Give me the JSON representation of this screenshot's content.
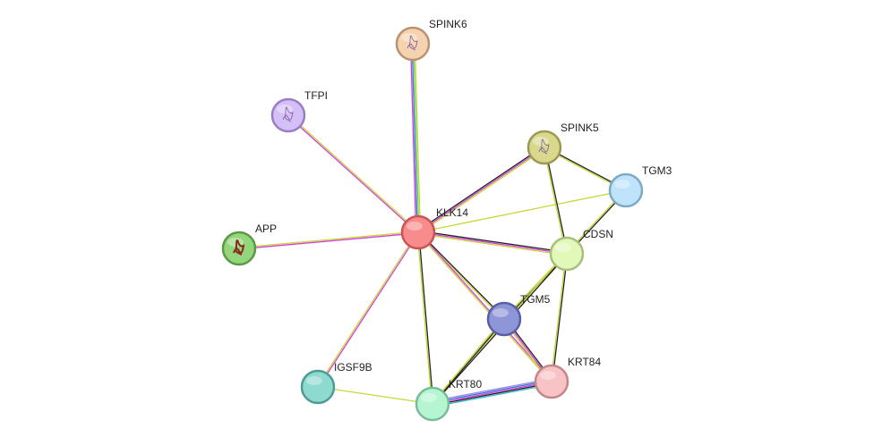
{
  "nodes": [
    {
      "id": "KLK14",
      "label": "KLK14",
      "color": "#f88c8c",
      "stroke": "#c95454",
      "icon": "none"
    },
    {
      "id": "SPINK6",
      "label": "SPINK6",
      "color": "#f6d3b0",
      "stroke": "#b89372",
      "icon": "protein-structure-icon"
    },
    {
      "id": "TFPI",
      "label": "TFPI",
      "color": "#d4bff6",
      "stroke": "#9a7ec4",
      "icon": "protein-structure-icon"
    },
    {
      "id": "APP",
      "label": "APP",
      "color": "#93d67c",
      "stroke": "#5a9a44",
      "icon": "protein-structure-icon"
    },
    {
      "id": "SPINK5",
      "label": "SPINK5",
      "color": "#d9d88c",
      "stroke": "#9c9a52",
      "icon": "protein-structure-icon"
    },
    {
      "id": "TGM3",
      "label": "TGM3",
      "color": "#bfe3fa",
      "stroke": "#7eaac4",
      "icon": "none"
    },
    {
      "id": "CDSN",
      "label": "CDSN",
      "color": "#e2f8b8",
      "stroke": "#a6bf7c",
      "icon": "none"
    },
    {
      "id": "TGM5",
      "label": "TGM5",
      "color": "#8f96d8",
      "stroke": "#585fa6",
      "icon": "none"
    },
    {
      "id": "KRT84",
      "label": "KRT84",
      "color": "#f7c3c5",
      "stroke": "#c48688",
      "icon": "none"
    },
    {
      "id": "IGSF9B",
      "label": "IGSF9B",
      "color": "#8ed9d0",
      "stroke": "#4f9c93",
      "icon": "none"
    },
    {
      "id": "KRT80",
      "label": "KRT80",
      "color": "#b5f5d2",
      "stroke": "#78bd98",
      "icon": "none"
    }
  ],
  "edges": [
    {
      "source": "KLK14",
      "target": "SPINK6",
      "colors": [
        "#d03ee0",
        "#3b7bd6",
        "#6ad650",
        "#c8d636"
      ]
    },
    {
      "source": "KLK14",
      "target": "TFPI",
      "colors": [
        "#d03ee0",
        "#c8d636"
      ]
    },
    {
      "source": "KLK14",
      "target": "APP",
      "colors": [
        "#d03ee0",
        "#c8d636"
      ]
    },
    {
      "source": "KLK14",
      "target": "SPINK5",
      "colors": [
        "#222222",
        "#d03ee0",
        "#c8d636"
      ]
    },
    {
      "source": "KLK14",
      "target": "TGM3",
      "colors": [
        "#c8d636"
      ]
    },
    {
      "source": "KLK14",
      "target": "CDSN",
      "colors": [
        "#222222",
        "#d03ee0",
        "#c8d636"
      ]
    },
    {
      "source": "KLK14",
      "target": "TGM5",
      "colors": [
        "#222222",
        "#c8d636"
      ]
    },
    {
      "source": "KLK14",
      "target": "KRT84",
      "colors": [
        "#d03ee0",
        "#c8d636"
      ]
    },
    {
      "source": "KLK14",
      "target": "IGSF9B",
      "colors": [
        "#d03ee0",
        "#c8d636"
      ]
    },
    {
      "source": "KLK14",
      "target": "KRT80",
      "colors": [
        "#222222",
        "#c8d636"
      ]
    },
    {
      "source": "SPINK5",
      "target": "TGM3",
      "colors": [
        "#222222",
        "#c8d636"
      ]
    },
    {
      "source": "SPINK5",
      "target": "CDSN",
      "colors": [
        "#222222",
        "#c8d636"
      ]
    },
    {
      "source": "TGM3",
      "target": "CDSN",
      "colors": [
        "#222222",
        "#c8d636"
      ]
    },
    {
      "source": "CDSN",
      "target": "TGM5",
      "colors": [
        "#222222",
        "#c8d636"
      ]
    },
    {
      "source": "CDSN",
      "target": "KRT80",
      "colors": [
        "#222222",
        "#c8d636"
      ]
    },
    {
      "source": "CDSN",
      "target": "KRT84",
      "colors": [
        "#222222",
        "#c8d636"
      ]
    },
    {
      "source": "TGM5",
      "target": "KRT84",
      "colors": [
        "#222222",
        "#d03ee0",
        "#c8d636"
      ]
    },
    {
      "source": "TGM5",
      "target": "KRT80",
      "colors": [
        "#222222",
        "#c8d636"
      ]
    },
    {
      "source": "KRT84",
      "target": "KRT80",
      "colors": [
        "#3bb8d6",
        "#222222",
        "#d03ee0",
        "#3b7bd6",
        "#9a8ce8"
      ]
    },
    {
      "source": "IGSF9B",
      "target": "KRT80",
      "colors": [
        "#c8d636"
      ]
    }
  ]
}
